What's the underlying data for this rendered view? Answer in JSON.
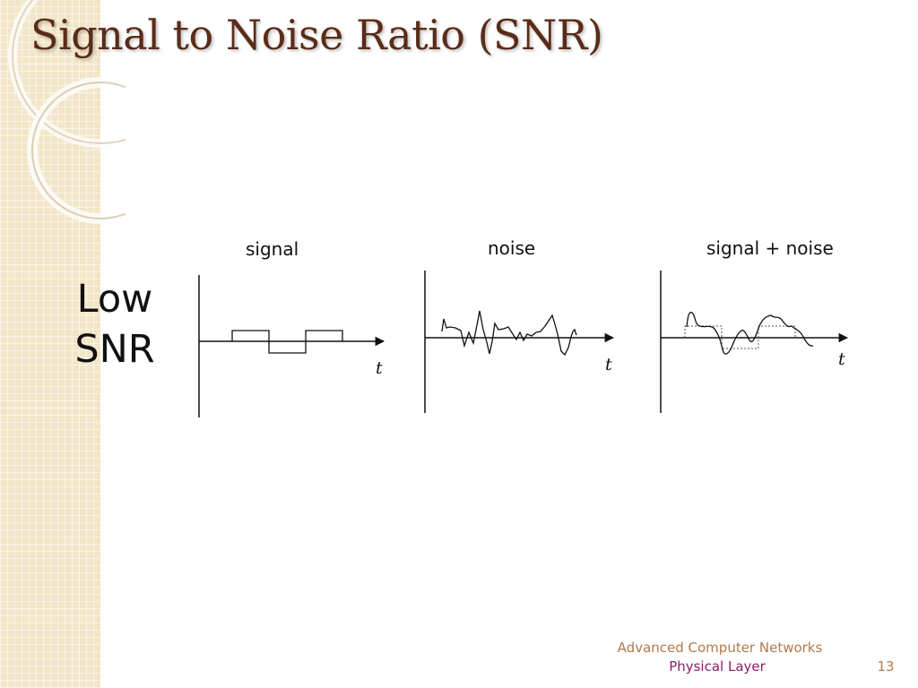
{
  "slide": {
    "title": "Signal to Noise Ratio (SNR)",
    "row_label_line1": "Low",
    "row_label_line2": "SNR"
  },
  "panels": [
    {
      "label": "signal",
      "axis_label": "t"
    },
    {
      "label": "noise",
      "axis_label": "t"
    },
    {
      "label": "signal + noise",
      "axis_label": "t"
    }
  ],
  "footer": {
    "course": "Advanced Computer Networks",
    "topic": "Physical Layer",
    "page_number": "13"
  },
  "colors": {
    "title": "#5a2c18",
    "footer_course": "#b07a4c",
    "footer_topic": "#8a1d6a",
    "side_strip": "#f2e6c9"
  }
}
